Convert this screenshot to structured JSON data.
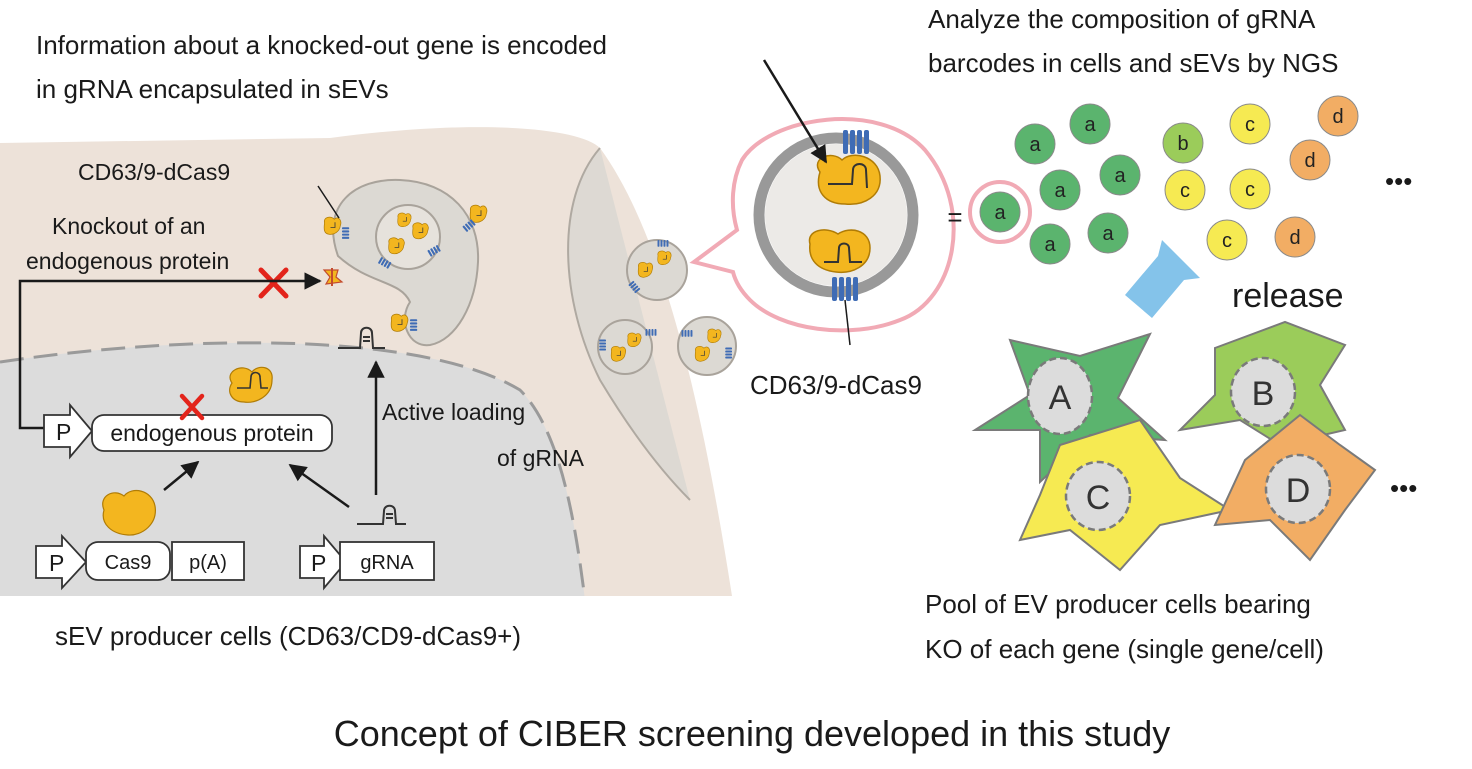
{
  "colors": {
    "cytoplasm": "#ede2d9",
    "nucleus": "#dcdcdc",
    "vesicle": "#dcd9d3",
    "vesicle_border": "#a9a39b",
    "dcas9": "#f3b61f",
    "cd63": "#3f6cb5",
    "callout": "#f1aab5",
    "arrow_blue": "#84c3ea",
    "cross": "#e3241b",
    "bead_a": "#5bb46e",
    "bead_b": "#9bcc5a",
    "bead_c": "#f6ea52",
    "bead_d": "#f2ad64"
  },
  "labels": {
    "info_line1": "Information about a knocked-out gene is encoded",
    "info_line2": "in gRNA encapsulated in sEVs",
    "analyze_line1": "Analyze the composition of gRNA",
    "analyze_line2": "barcodes in cells and sEVs by NGS",
    "cd63_top": "CD63/9-dCas9",
    "knockout_line1": "Knockout of an",
    "knockout_line2": "endogenous protein",
    "active_line1": "Active loading",
    "active_line2": "of gRNA",
    "cd63_callout": "CD63/9-dCas9",
    "equals": "=",
    "release": "release",
    "pool_line1": "Pool of EV producer cells bearing",
    "pool_line2": "KO of each gene (single gene/cell)",
    "producer": "sEV producer cells (CD63/CD9-dCas9+)",
    "title": "Concept of CIBER screening developed in this study",
    "ellipsis": "•••"
  },
  "genes": {
    "promoter": "P",
    "endogenous": "endogenous protein",
    "cas9": "Cas9",
    "polyA": "p(A)",
    "grna": "gRNA"
  },
  "barcode_beads": [
    "a",
    "a",
    "a",
    "a",
    "a",
    "a",
    "a",
    "b",
    "c",
    "c",
    "c",
    "c",
    "d",
    "d",
    "d"
  ],
  "producer_cells": [
    "A",
    "B",
    "C",
    "D"
  ]
}
